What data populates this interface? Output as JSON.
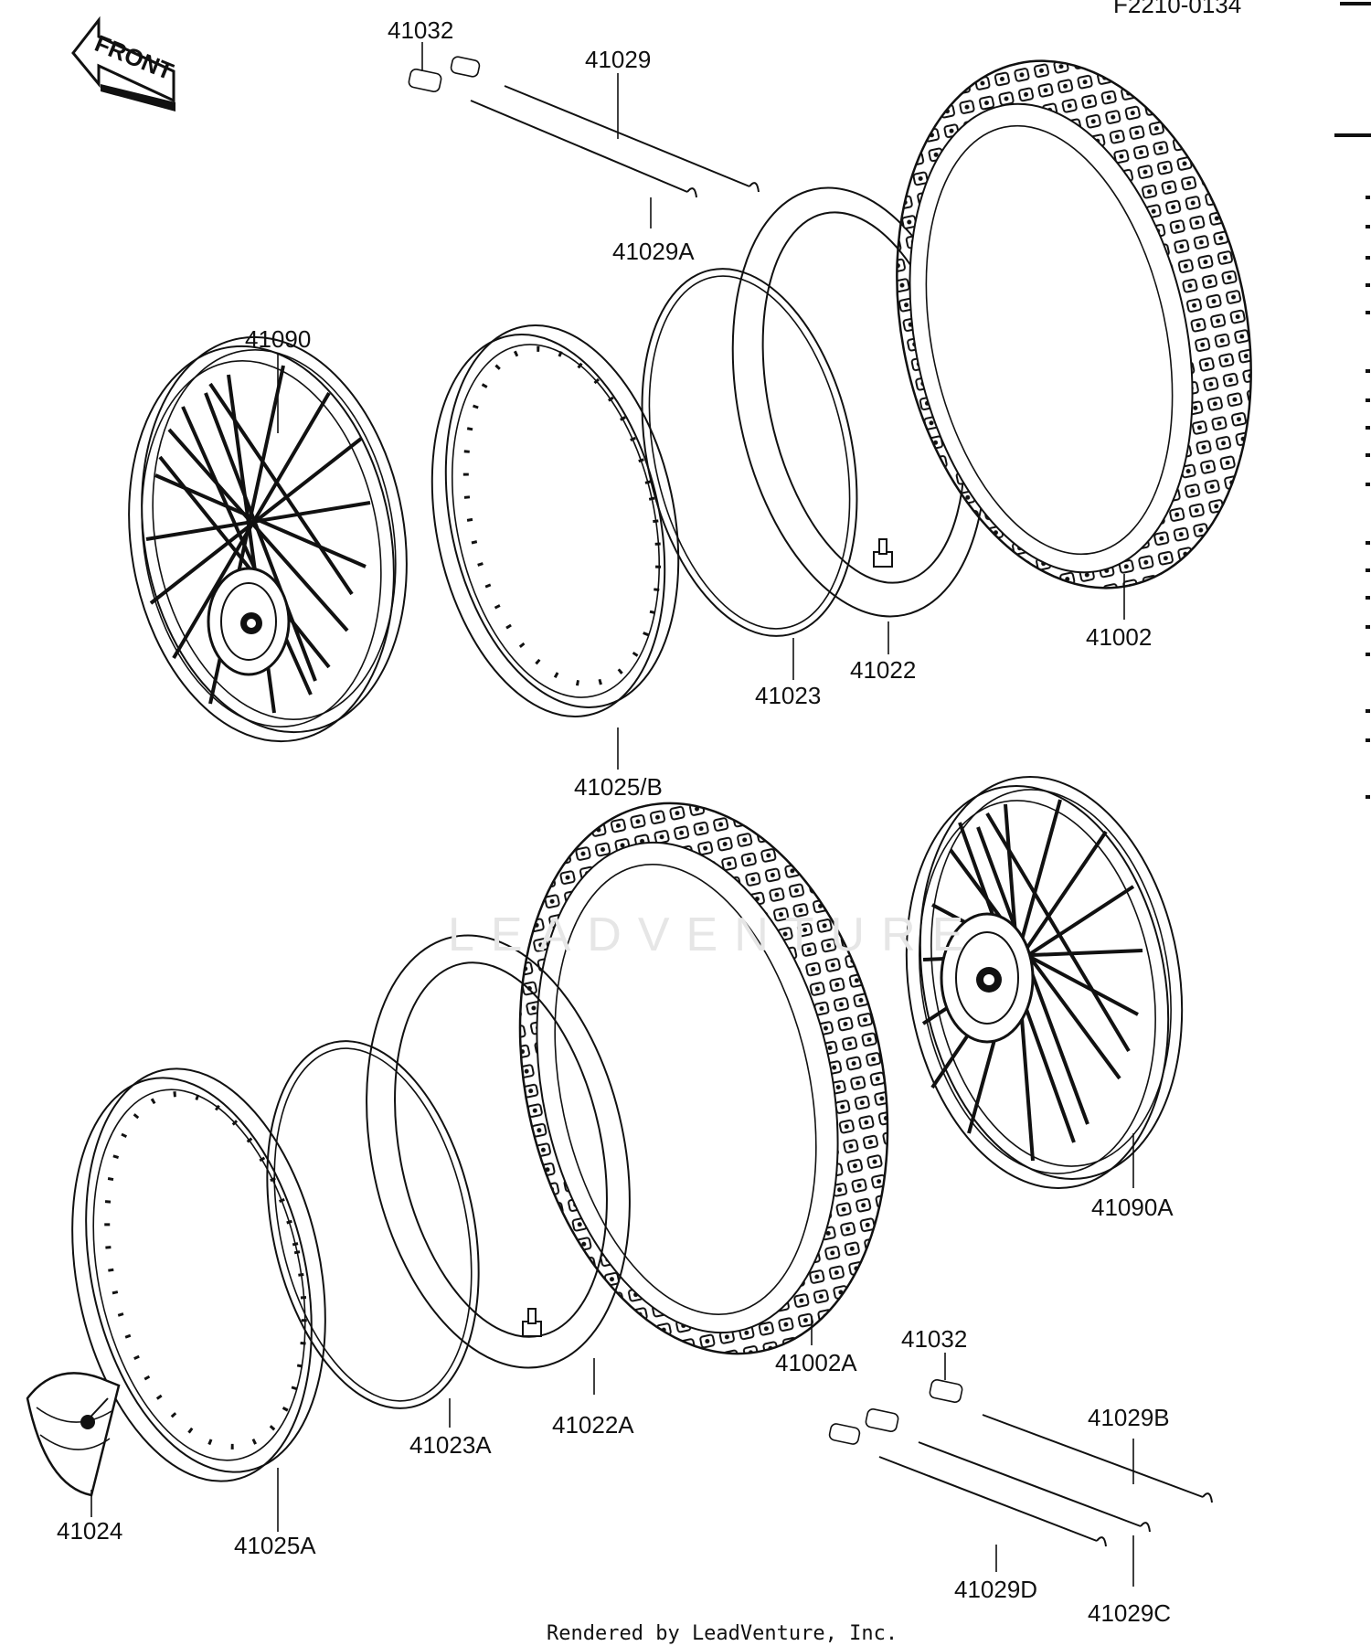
{
  "diagram_code": "F2210-0134",
  "front_label": "FRONT",
  "footer": "Rendered by LeadVenture, Inc.",
  "watermark": "LEADVENTURE",
  "parts": {
    "p41032_top": "41032",
    "p41029": "41029",
    "p41029A": "41029A",
    "p41090": "41090",
    "p41025B": "41025/B",
    "p41023": "41023",
    "p41022": "41022",
    "p41002": "41002",
    "p41002A": "41002A",
    "p41090A": "41090A",
    "p41024": "41024",
    "p41025A": "41025A",
    "p41023A": "41023A",
    "p41022A": "41022A",
    "p41032_bottom": "41032",
    "p41029B": "41029B",
    "p41029D": "41029D",
    "p41029C": "41029C"
  }
}
